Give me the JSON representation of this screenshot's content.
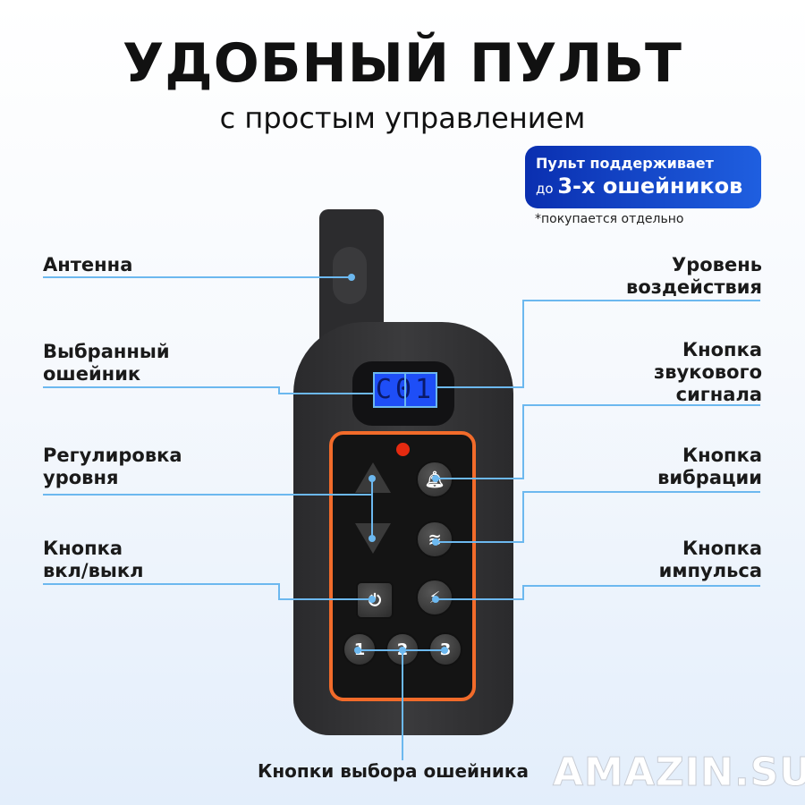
{
  "header": {
    "title": "УДОБНЫЙ ПУЛЬТ",
    "subtitle": "с простым управлением"
  },
  "badge": {
    "line1": "Пульт поддерживает",
    "line2_prefix": "до",
    "line2_bold": "3-х ошейников",
    "note": "*покупается отдельно"
  },
  "labels": {
    "antenna": "Антенна",
    "selected_collar_1": "Выбранный",
    "selected_collar_2": "ошейник",
    "level_adjust_1": "Регулировка",
    "level_adjust_2": "уровня",
    "power_1": "Кнопка",
    "power_2": "вкл/выкл",
    "level_1": "Уровень",
    "level_2": "воздействия",
    "sound_1": "Кнопка",
    "sound_2": "звукового",
    "sound_3": "сигнала",
    "vibration_1": "Кнопка",
    "vibration_2": "вибрации",
    "impulse_1": "Кнопка",
    "impulse_2": "импульса",
    "collar_select": "Кнопки выбора ошейника"
  },
  "remote": {
    "display": "C01",
    "buttons": [
      "1",
      "2",
      "3"
    ],
    "icons": {
      "sound": "bell-icon",
      "vibration": "vibration-icon",
      "impulse": "lightning-icon",
      "power": "power-icon"
    }
  },
  "watermark": "AMAZIN.SU",
  "colors": {
    "line": "#6cb8ef",
    "accent": "#f26b2a",
    "badge": "#1f4fd8"
  }
}
